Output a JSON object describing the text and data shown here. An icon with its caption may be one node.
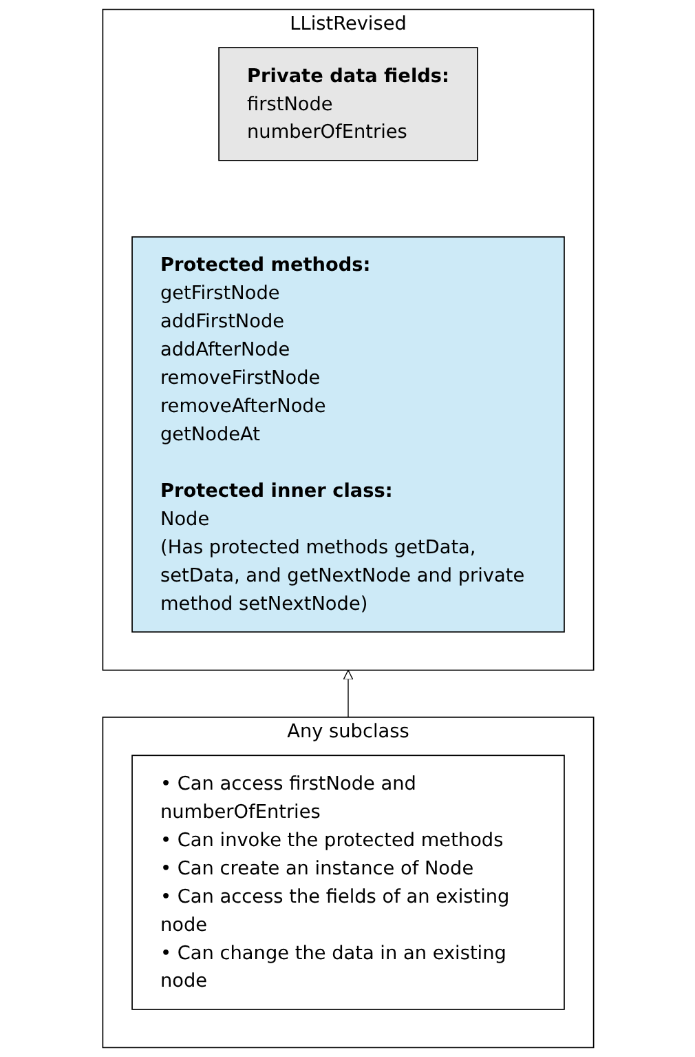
{
  "diagram": {
    "nodes": [
      {
        "text": [
          "LListRevised"
        ]
      },
      {
        "text": [
          "Private data fields:",
          "firstNode",
          "numberOfEntries"
        ],
        "in": 0
      },
      {
        "text": [
          "Protected methods:",
          "getFirstNode",
          "addFirstNode",
          "addAfterNode",
          "removeFirstNode",
          "removeAfterNode",
          "getNodeAt",
          "Protected inner class:",
          "Node",
          "(Has protected methods getData, setData, and getNextNode and private method setNextNode)"
        ],
        "in": 0
      },
      {
        "text": [
          "Any subclass"
        ]
      },
      {
        "text": [
          "• Can access firstNode and numberOfEntries",
          "• Can invoke the protected methods",
          "• Can create an instance of Node",
          "• Can access the fields of an existing node",
          "• Can change the data in an existing node"
        ],
        "in": 3
      }
    ],
    "edges": [
      {
        "from": 3,
        "to": 0,
        "arrow": "to"
      }
    ]
  }
}
